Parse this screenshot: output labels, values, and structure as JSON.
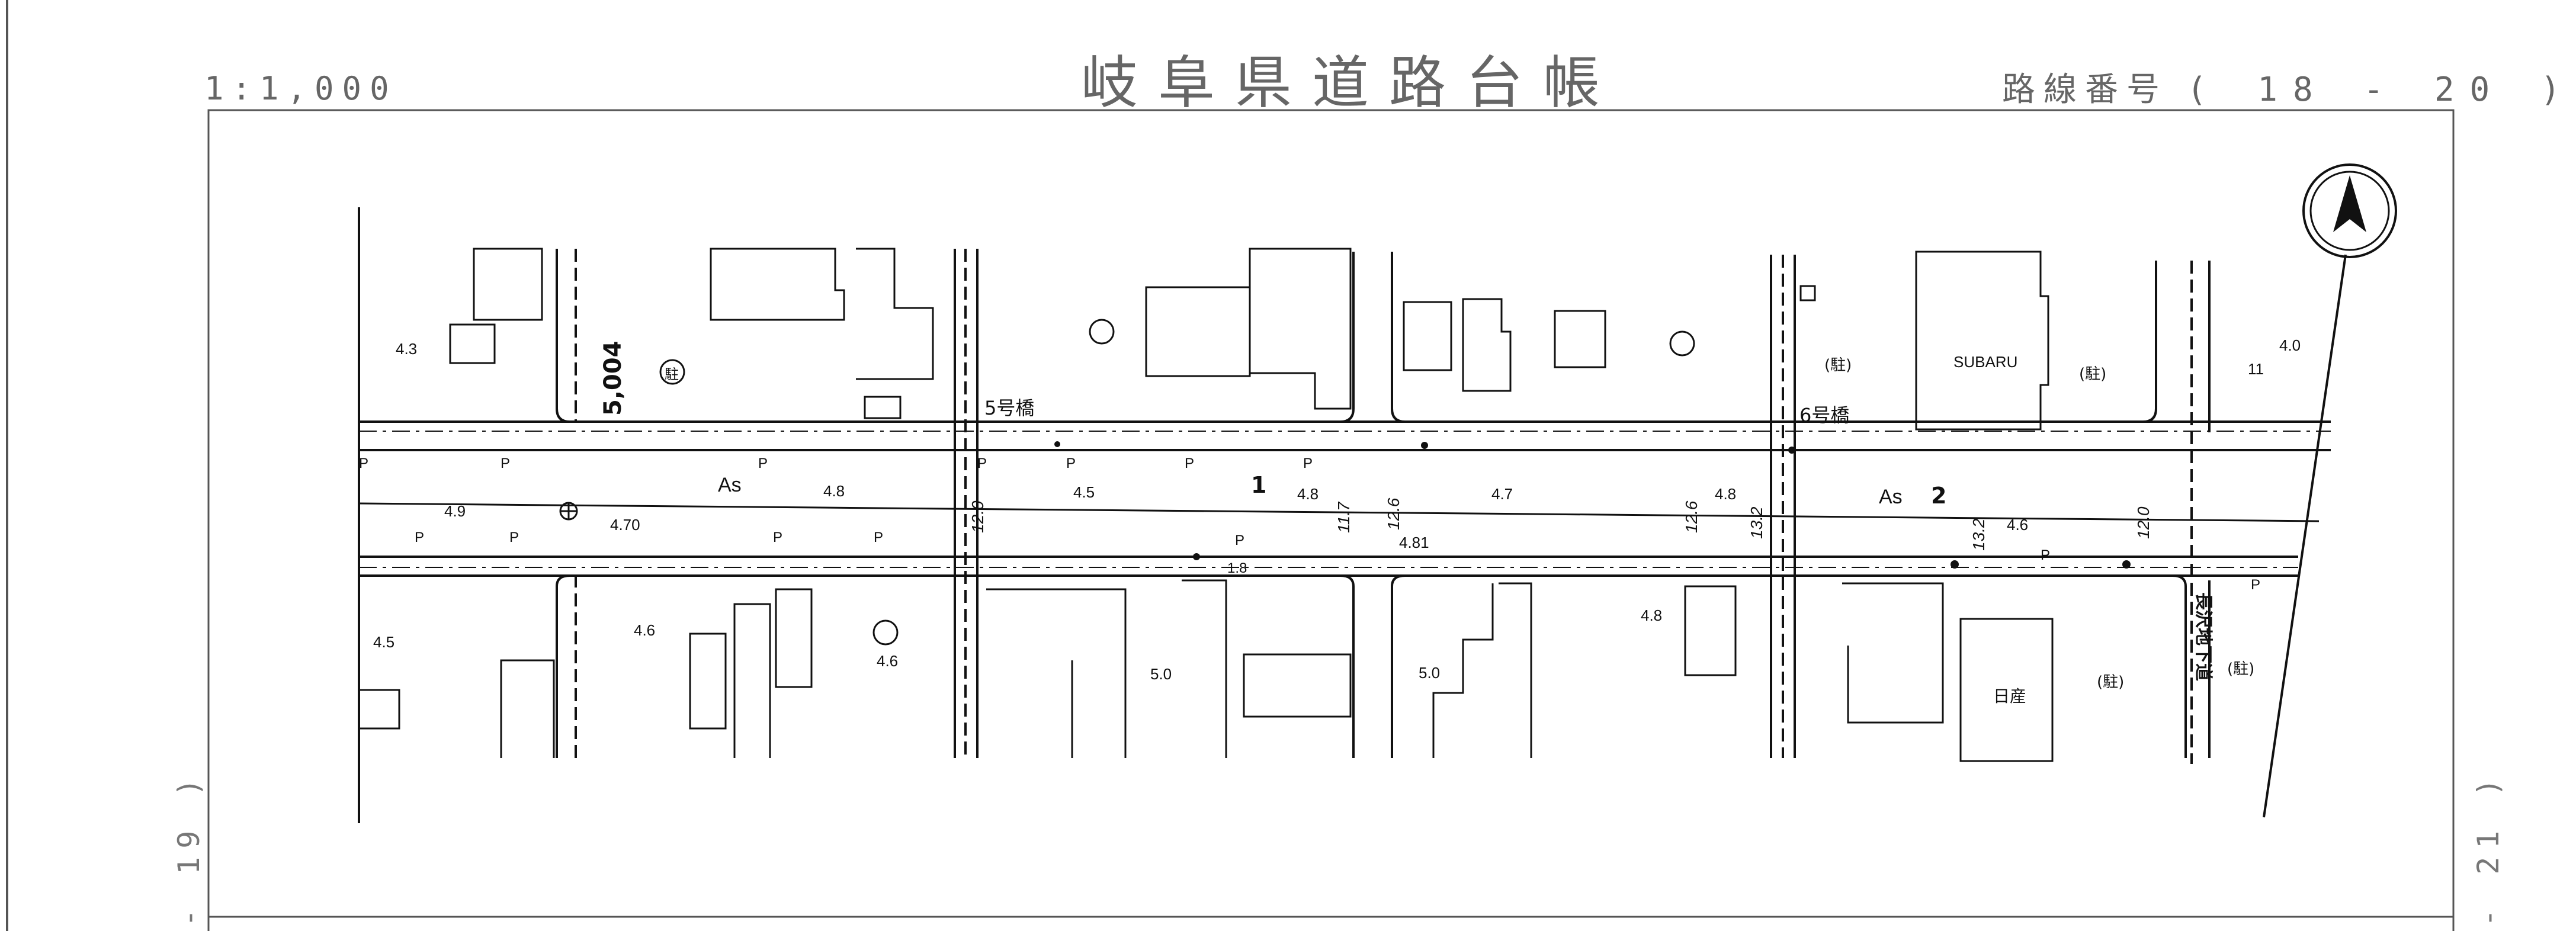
{
  "header": {
    "scale": "1:1,000",
    "title": "岐阜県道路台帳",
    "route_prefix": "路線番号",
    "route_value": "( 18 - 20 )"
  },
  "side_refs": {
    "left": "- 19 )",
    "right": "- 21 )"
  },
  "map_labels": {
    "road_surface_1": "As",
    "road_surface_2": "As",
    "bridge_5": "5号橋",
    "bridge_6": "6号橋",
    "chainage": "5,004",
    "section_1": "1",
    "section_2": "2",
    "building_subaru": "SUBARU",
    "building_nissan": "日産",
    "underpass": "長沢地下道",
    "parking_paren_1": "(駐)",
    "parking_paren_2": "(駐)",
    "parking_paren_3": "(駐)",
    "parking_paren_4": "(駐)",
    "parking_circle": "駐",
    "width_1": "12.0",
    "width_2": "11.7",
    "width_3": "12.6",
    "width_4": "12.6",
    "width_5": "13.2",
    "width_6": "13.2",
    "width_7": "12.0",
    "elev_4_3": "4.3",
    "elev_4_9": "4.9",
    "elev_4_70": "4.70",
    "elev_4_8a": "4.8",
    "elev_4_5a": "4.5",
    "elev_4_8b": "4.8",
    "elev_4_7": "4.7",
    "elev_4_8c": "4.8",
    "elev_4_6a": "4.6",
    "elev_4_81": "4.81",
    "elev_4_5b": "4.5",
    "elev_4_6b": "4.6",
    "elev_4_6c": "4.6",
    "elev_5_0a": "5.0",
    "elev_5_0b": "5.0",
    "elev_4_8d": "4.8",
    "elev_4_0": "4.0",
    "misc_18": "1.8",
    "misc_11": "11",
    "p": "P"
  },
  "colors": {
    "ink": "#111111",
    "frame": "#555555",
    "header_text": "#666666"
  },
  "icons": [
    "north-arrow-icon",
    "parking-circle-icon",
    "telephone-pole-icon",
    "manhole-icon"
  ]
}
